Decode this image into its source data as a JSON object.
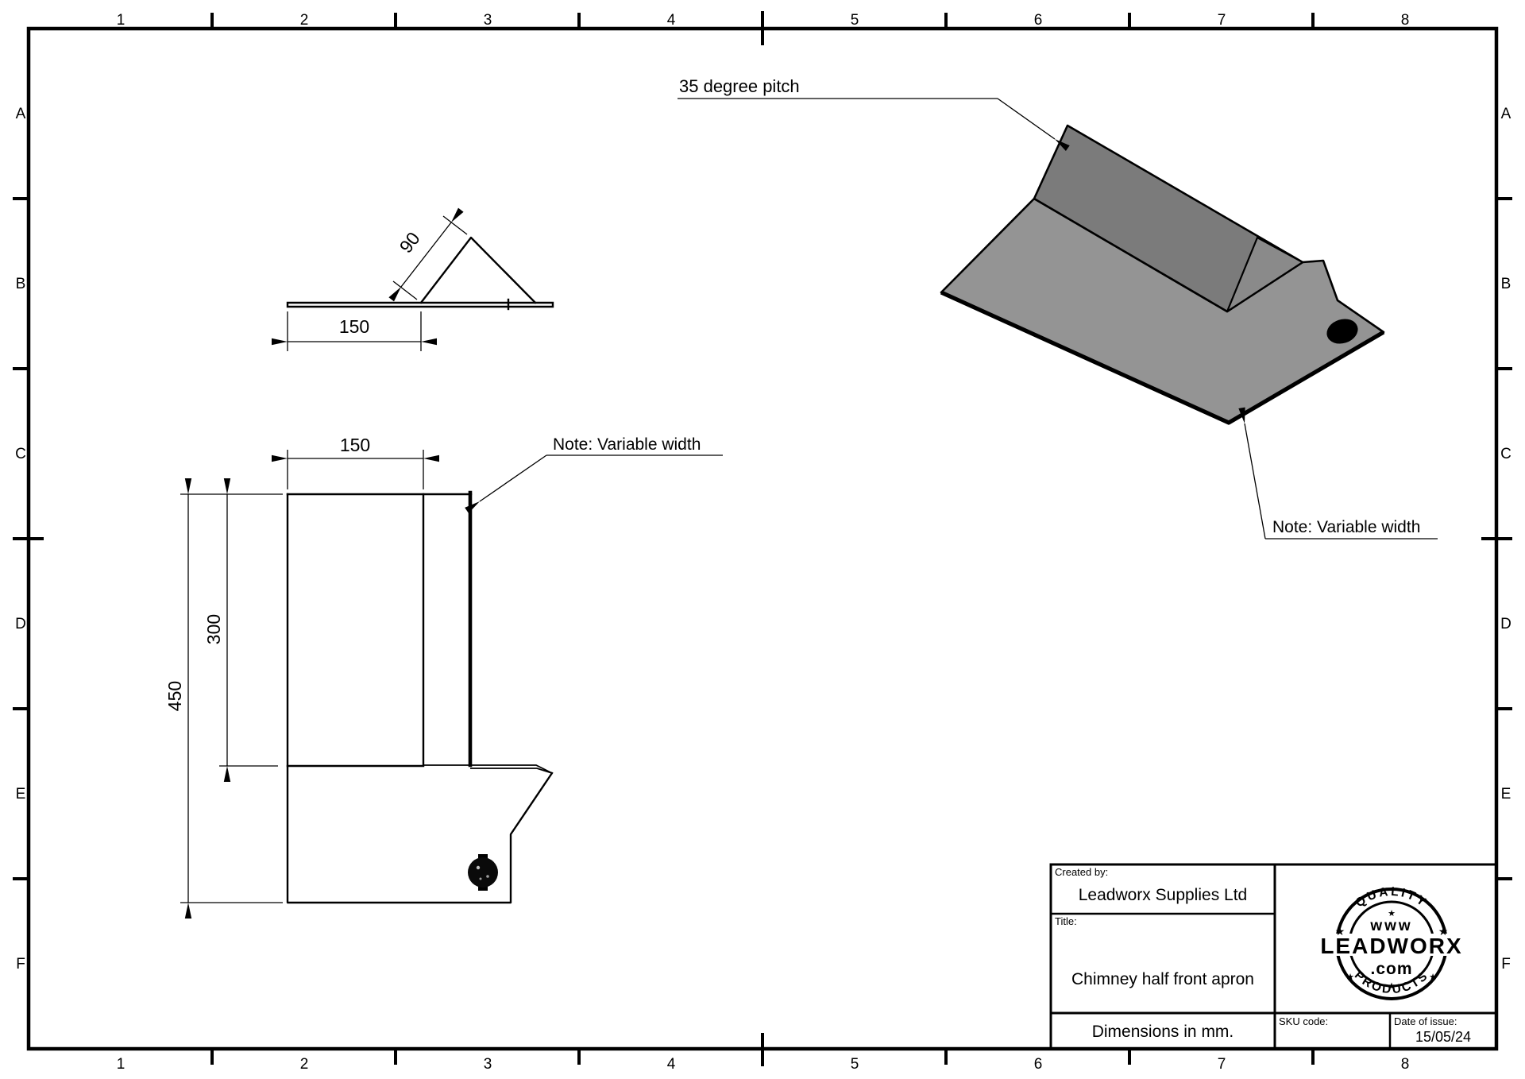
{
  "drawing": {
    "border": {
      "columns": [
        "1",
        "2",
        "3",
        "4",
        "5",
        "6",
        "7",
        "8"
      ],
      "rows": [
        "A",
        "B",
        "C",
        "D",
        "E",
        "F"
      ]
    },
    "side_view": {
      "dim_slope": "90",
      "dim_base": "150"
    },
    "front_view": {
      "dim_width": "150",
      "dim_upper_height": "300",
      "dim_total_height": "450",
      "note": "Note: Variable width"
    },
    "iso_view": {
      "pitch_note": "35 degree pitch",
      "note": "Note: Variable width"
    },
    "title_block": {
      "created_by_label": "Created by:",
      "created_by_value": "Leadworx Supplies Ltd",
      "title_label": "Title:",
      "title_value": "Chimney half front apron",
      "units_note": "Dimensions in mm.",
      "sku_label": "SKU code:",
      "date_label": "Date of issue:",
      "date_value": "15/05/24"
    },
    "logo": {
      "arc_top": "QUALITY",
      "arc_bottom": "PRODUCTS",
      "www": "www",
      "name": "LEADWORX",
      "com": ".com",
      "star": "★"
    },
    "colors": {
      "paper": "#ffffff",
      "outline": "#000000",
      "plate": "#949494",
      "upstand": "#7b7b7b",
      "end_face": "#8a8a8a"
    }
  }
}
